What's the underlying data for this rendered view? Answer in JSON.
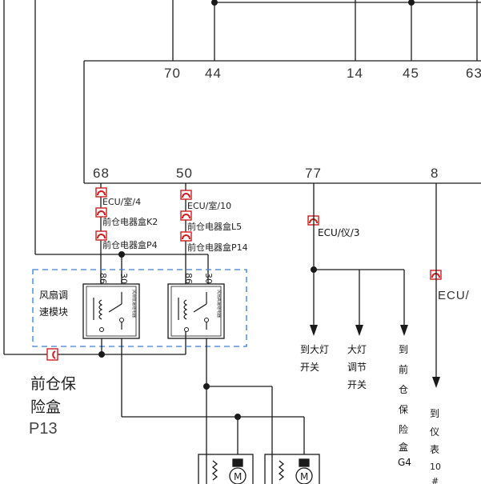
{
  "ecu_pins_top": [
    "70",
    "44",
    "14",
    "45",
    "63"
  ],
  "ecu_pins_bottom": [
    "68",
    "50",
    "77",
    "8"
  ],
  "connectors": {
    "c1": "ECU/室/4",
    "c2": "前仓电器盒K2",
    "c3": "前仓电器盒P4",
    "c4": "ECU/室/10",
    "c5": "前仓电器盒L5",
    "c6": "前仓电器盒P14",
    "c7": "ECU/仪/3",
    "c8": "ECU/"
  },
  "module": {
    "label_line1": "风扇调",
    "label_line2": "速模块",
    "relay1_pin_a": "86",
    "relay1_pin_b": "30",
    "relay2_pin_a": "86",
    "relay2_pin_b": "30",
    "relay1_caption": "风扇低速继电器",
    "relay2_caption": "风扇高速继电器"
  },
  "fuse_box": {
    "line1": "前仓保",
    "line2": "险盒",
    "code": "P13"
  },
  "destinations": {
    "d1": [
      "到大灯",
      "开关"
    ],
    "d2": [
      "大灯",
      "调节",
      "开关"
    ],
    "d3": [
      "到",
      "前",
      "仓",
      "保",
      "险",
      "盒",
      "G4"
    ],
    "d4": [
      "到",
      "仪",
      "表",
      "10",
      "#"
    ]
  },
  "motor_symbol": "M",
  "colors": {
    "wire": "#1a1a1a",
    "connector": "#cc1f1f",
    "module_border": "#3a7bd5",
    "text": "#222222"
  }
}
